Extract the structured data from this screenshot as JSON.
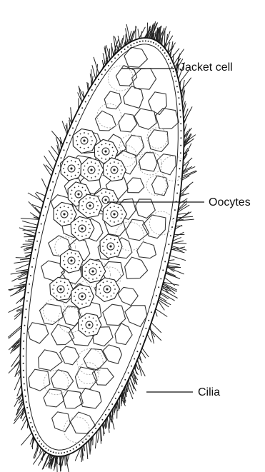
{
  "labels": {
    "jacket_cell": "Jacket cell",
    "oocytes": "Oocytes",
    "cilia": "Cilia"
  },
  "colors": {
    "ink": "#111111",
    "background": "#ffffff"
  }
}
